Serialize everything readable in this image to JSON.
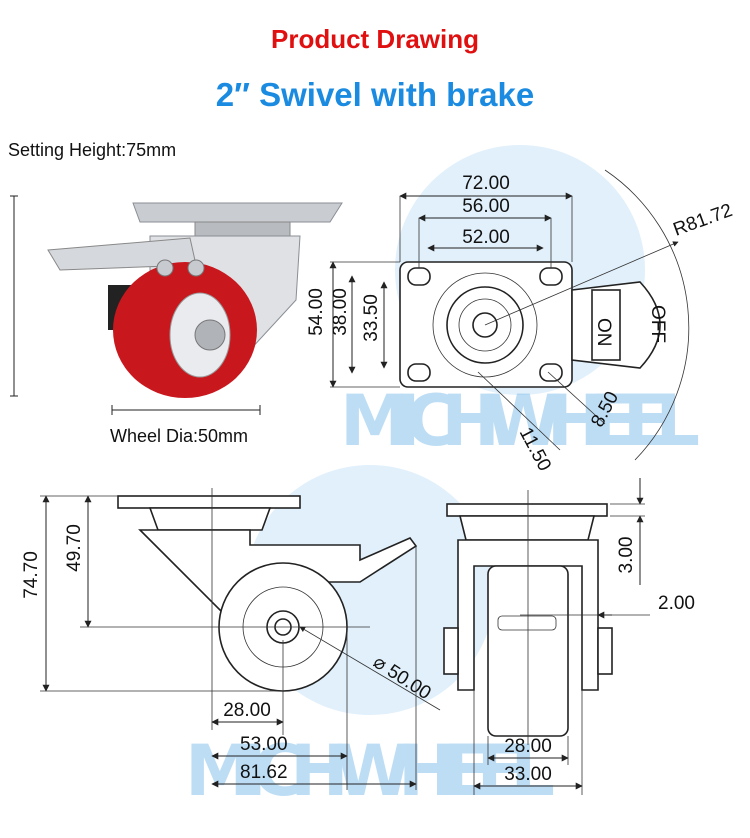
{
  "header": {
    "title": "Product Drawing",
    "subtitle": "2″ Swivel with brake"
  },
  "notes": {
    "setting_height": "Setting Height:75mm",
    "wheel_dia": "Wheel Dia:50mm"
  },
  "watermark": "MICHWHEEL",
  "top_view": {
    "plate_width": "72.00",
    "hole_spacing_outer": "56.00",
    "hole_spacing_inner": "52.00",
    "swivel_radius": "R81.72",
    "plate_length": "54.00",
    "hole_spacing_y_outer": "38.00",
    "hole_spacing_y_inner": "33.50",
    "slot_length": "11.50",
    "slot_width": "8.50",
    "brake_on": "ON",
    "brake_off": "OFF"
  },
  "side_view": {
    "total_height": "74.70",
    "axle_height": "49.70",
    "wheel_diameter": "⌀ 50.00",
    "offset": "28.00",
    "length_a": "53.00",
    "length_b": "81.62"
  },
  "front_view": {
    "plate_thickness": "3.00",
    "gap": "2.00",
    "wheel_width": "28.00",
    "fork_width": "33.00"
  },
  "colors": {
    "title": "#e01010",
    "subtitle": "#1a8be0",
    "watermark": "#6fb6ea",
    "wheel_tread": "#c8181e"
  }
}
